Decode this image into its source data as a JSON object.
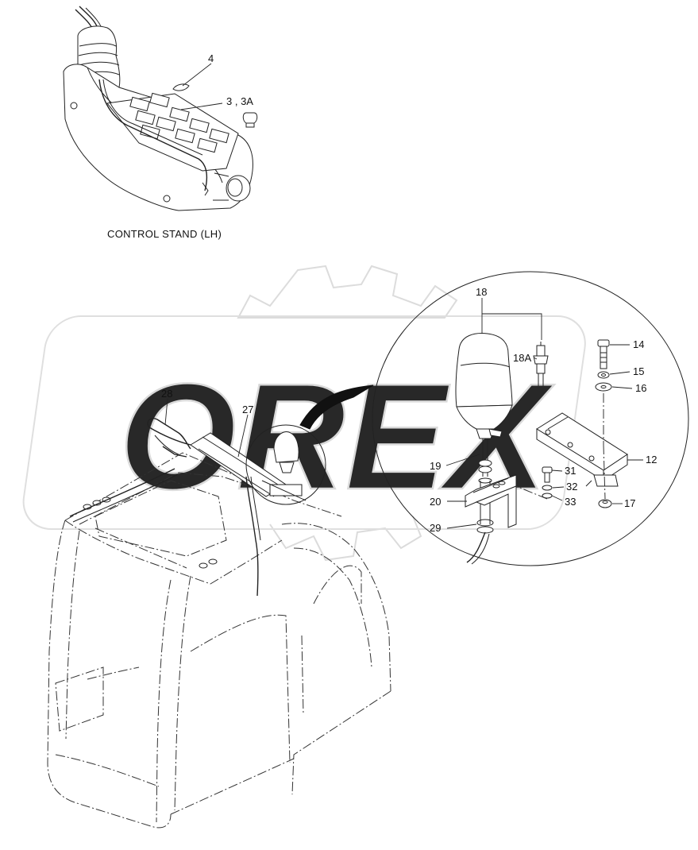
{
  "watermark": {
    "text": "OREX",
    "color": "#d8d8d8"
  },
  "control_stand": {
    "caption": "CONTROL STAND (LH)",
    "callouts": [
      "4",
      "3 , 3A"
    ]
  },
  "detail_callouts": {
    "c18": "18",
    "c18a": "18A",
    "c14": "14",
    "c15": "15",
    "c16": "16",
    "c12": "12",
    "c19": "19",
    "c31": "31",
    "c32": "32",
    "c33": "33",
    "c17": "17",
    "c20": "20",
    "c29": "29"
  },
  "cab_callouts": {
    "c28": "28",
    "c27": "27"
  },
  "colors": {
    "line": "#222222",
    "background": "#ffffff"
  }
}
